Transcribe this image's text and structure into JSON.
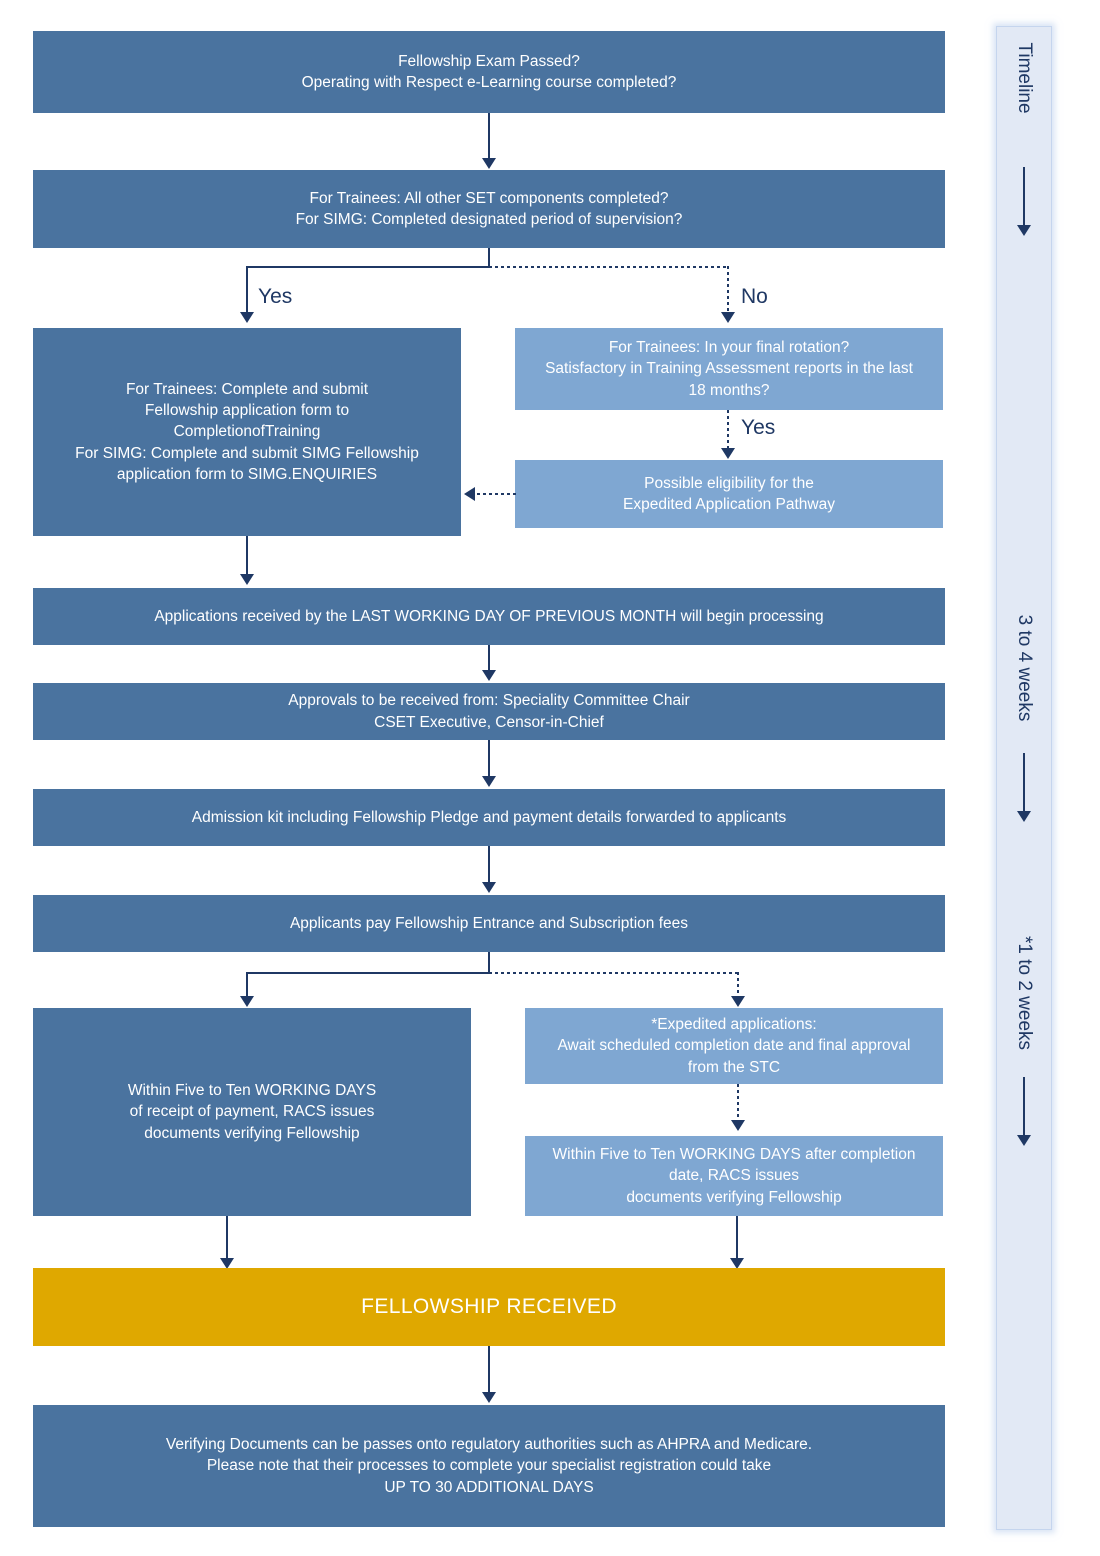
{
  "diagram": {
    "title": "Fellowship Application Process Flowchart",
    "colors": {
      "box_dark": "#4A739F",
      "box_light": "#7FA7D2",
      "box_gold": "#DFA800",
      "connector": "#1F3864",
      "rail_fill": "#E2E9F5",
      "rail_border": "#C5D5EE"
    }
  },
  "nodes": {
    "n1_exam": "Fellowship Exam Passed?\nOperating with Respect e-Learning course completed?",
    "n2_components": "For Trainees: All other SET components completed?\nFor SIMG: Completed designated period of supervision?",
    "n3_submit": "For Trainees: Complete and submit\nFellowship application form to\nCompletionofTraining\nFor SIMG: Complete and submit SIMG Fellowship\napplication form to SIMG.ENQUIRIES",
    "n4_final_rotation": "For Trainees: In your final rotation?\nSatisfactory in Training Assessment reports in the last\n18 months?",
    "n5_expedited_eligibility": "Possible eligibility for the\nExpedited Application Pathway",
    "n6_received": "Applications received by the LAST WORKING DAY OF PREVIOUS MONTH will begin processing",
    "n7_approvals": "Approvals to be received from: Speciality Committee Chair\nCSET Executive, Censor-in-Chief",
    "n8_admission_kit": "Admission kit including Fellowship Pledge and payment details forwarded to applicants",
    "n9_fees": "Applicants pay Fellowship Entrance and Subscription fees",
    "n10_standard_issue": "Within Five to Ten WORKING DAYS\nof receipt of payment, RACS issues\ndocuments verifying Fellowship",
    "n11_expedited_await": "*Expedited applications:\nAwait scheduled completion date and final approval\nfrom the STC",
    "n12_expedited_issue": "Within Five to Ten WORKING DAYS after completion\ndate, RACS issues\ndocuments verifying Fellowship",
    "n13_fellowship_received": "FELLOWSHIP RECEIVED",
    "n14_verifying_docs": "Verifying Documents can be passes onto regulatory authorities such as AHPRA and Medicare.\nPlease note that their processes to complete your specialist registration could take\nUP TO 30 ADDITIONAL DAYS"
  },
  "branch_labels": {
    "yes_components": "Yes",
    "no_components": "No",
    "yes_final_rotation": "Yes"
  },
  "timeline": {
    "heading": "Timeline",
    "segment_1": "3 to 4 weeks",
    "segment_2": "*1 to 2 weeks"
  }
}
